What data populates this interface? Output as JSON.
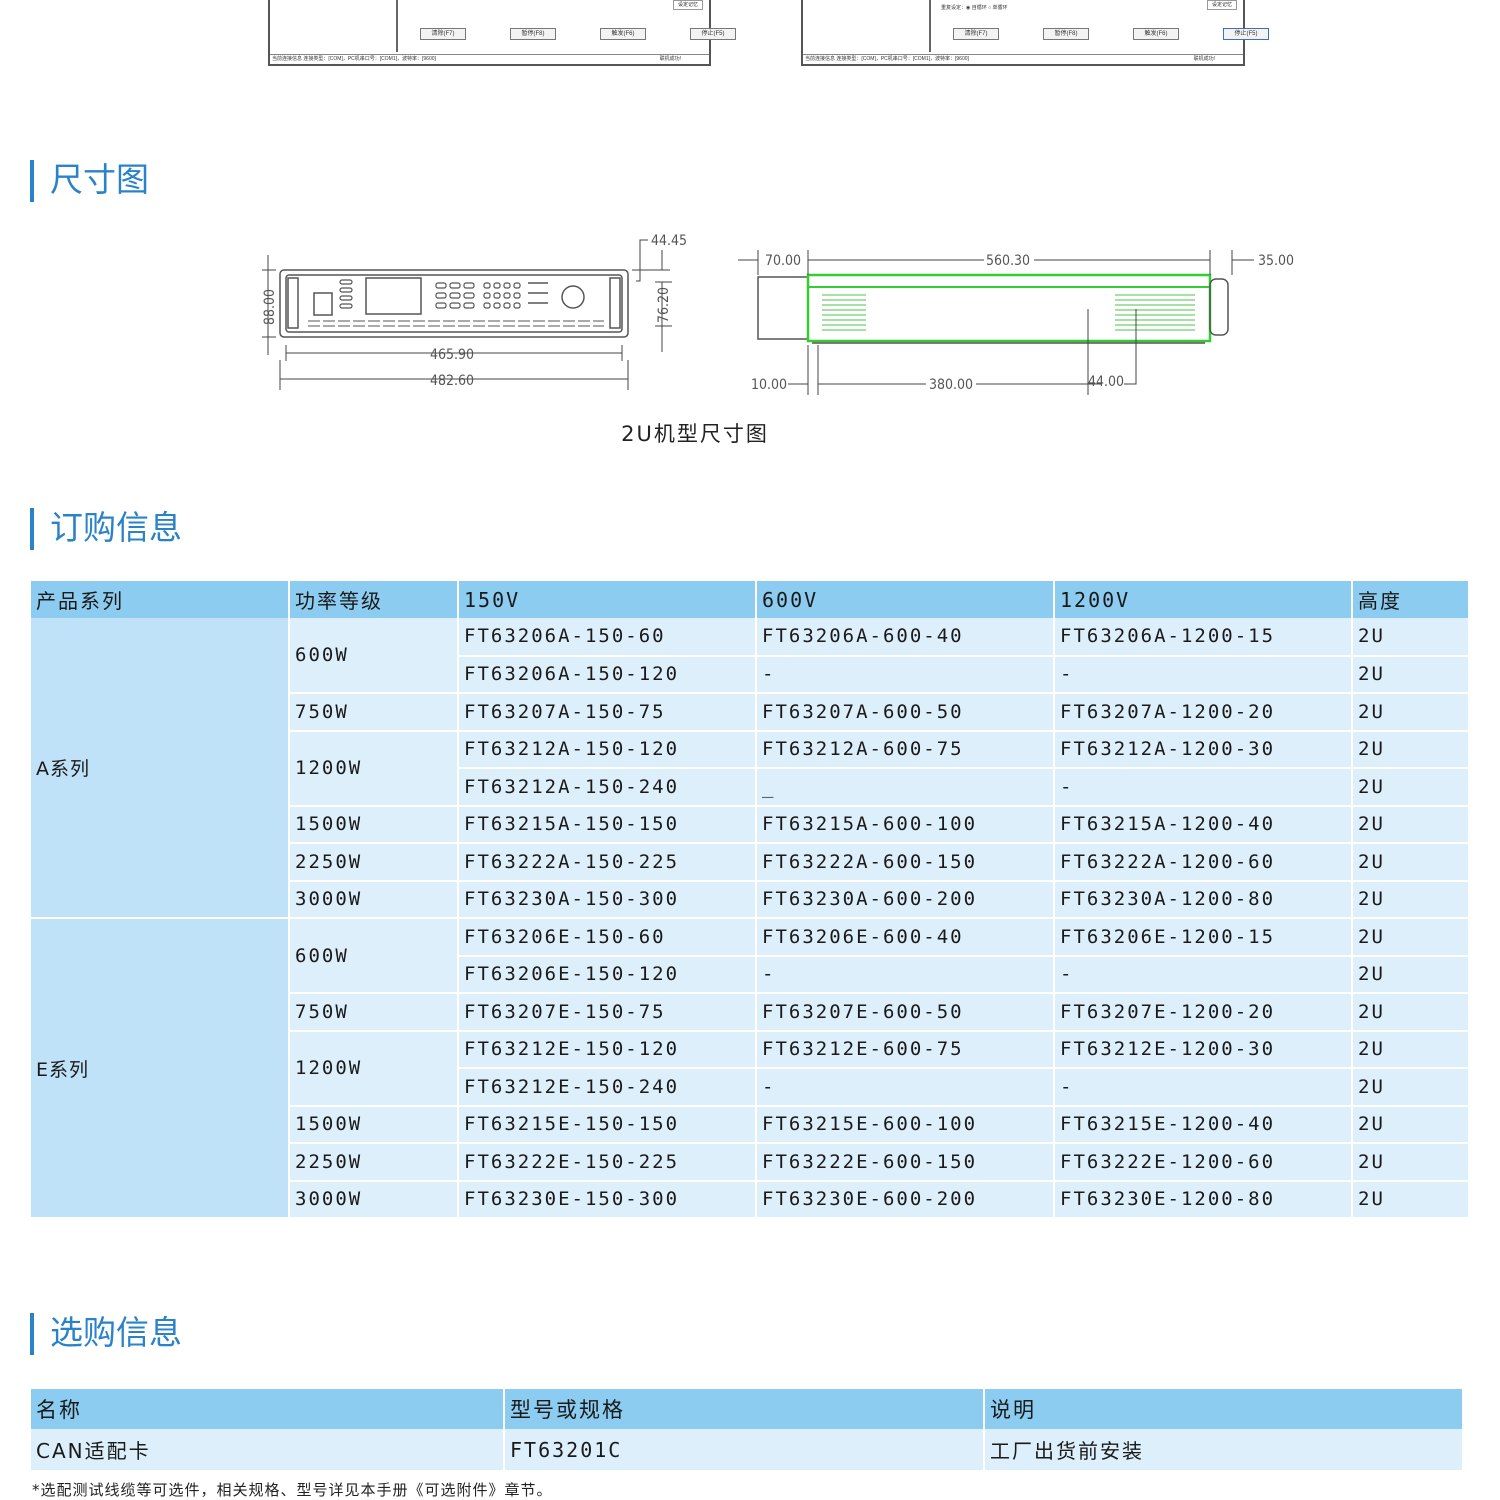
{
  "screenshots": [
    {
      "buttons": [
        "清除(F7)",
        "暂停(F8)",
        "触发(F6)",
        "停止(F5)"
      ],
      "status": "当前连接信息 连接类型：[COM]，PC机串口号：[COM1]，波特率：[9600]",
      "status_right": "联机成功!",
      "corner": "设定记忆"
    },
    {
      "buttons": [
        "清除(F7)",
        "暂停(F8)",
        "触发(F6)",
        "停止(F5)"
      ],
      "status": "当前连接信息 连接类型：[COM]，PC机串口号：[COM1]，波特率：[9600]",
      "status_right": "联机成功!",
      "corner": "设定记忆",
      "radios": "重复设定：◉ 自循环  ○ 单循环"
    }
  ],
  "sections": {
    "dimensions": "尺寸图",
    "ordering": "订购信息",
    "options": "选购信息"
  },
  "drawing": {
    "front": {
      "height": "88.00",
      "width_inner": "465.90",
      "width_outer": "482.60",
      "top_offset": "44.45",
      "mount_height": "76.20"
    },
    "side": {
      "front_depth": "70.00",
      "body_depth": "560.30",
      "rear_depth": "35.00",
      "foot_offset": "10.00",
      "foot_span": "380.00",
      "rear_foot": "44.00"
    },
    "caption": "2U机型尺寸图"
  },
  "ordering_table": {
    "headers": [
      "产品系列",
      "功率等级",
      "150V",
      "600V",
      "1200V",
      "高度"
    ],
    "series": [
      {
        "name": "A系列",
        "groups": [
          {
            "power": "600W",
            "rows": [
              [
                "FT63206A-150-60",
                "FT63206A-600-40",
                "FT63206A-1200-15",
                "2U"
              ],
              [
                "FT63206A-150-120",
                "-",
                "-",
                "2U"
              ]
            ]
          },
          {
            "power": "750W",
            "rows": [
              [
                "FT63207A-150-75",
                "FT63207A-600-50",
                "FT63207A-1200-20",
                "2U"
              ]
            ]
          },
          {
            "power": "1200W",
            "rows": [
              [
                "FT63212A-150-120",
                "FT63212A-600-75",
                "FT63212A-1200-30",
                "2U"
              ],
              [
                "FT63212A-150-240",
                "_",
                "-",
                "2U"
              ]
            ]
          },
          {
            "power": "1500W",
            "rows": [
              [
                "FT63215A-150-150",
                "FT63215A-600-100",
                "FT63215A-1200-40",
                "2U"
              ]
            ]
          },
          {
            "power": "2250W",
            "rows": [
              [
                "FT63222A-150-225",
                "FT63222A-600-150",
                "FT63222A-1200-60",
                "2U"
              ]
            ]
          },
          {
            "power": "3000W",
            "rows": [
              [
                "FT63230A-150-300",
                "FT63230A-600-200",
                "FT63230A-1200-80",
                "2U"
              ]
            ]
          }
        ]
      },
      {
        "name": "E系列",
        "groups": [
          {
            "power": "600W",
            "rows": [
              [
                "FT63206E-150-60",
                "FT63206E-600-40",
                "FT63206E-1200-15",
                "2U"
              ],
              [
                "FT63206E-150-120",
                "-",
                "-",
                "2U"
              ]
            ]
          },
          {
            "power": "750W",
            "rows": [
              [
                "FT63207E-150-75",
                "FT63207E-600-50",
                "FT63207E-1200-20",
                "2U"
              ]
            ]
          },
          {
            "power": "1200W",
            "rows": [
              [
                "FT63212E-150-120",
                "FT63212E-600-75",
                "FT63212E-1200-30",
                "2U"
              ],
              [
                "FT63212E-150-240",
                "-",
                "-",
                "2U"
              ]
            ]
          },
          {
            "power": "1500W",
            "rows": [
              [
                "FT63215E-150-150",
                "FT63215E-600-100",
                "FT63215E-1200-40",
                "2U"
              ]
            ]
          },
          {
            "power": "2250W",
            "rows": [
              [
                "FT63222E-150-225",
                "FT63222E-600-150",
                "FT63222E-1200-60",
                "2U"
              ]
            ]
          },
          {
            "power": "3000W",
            "rows": [
              [
                "FT63230E-150-300",
                "FT63230E-600-200",
                "FT63230E-1200-80",
                "2U"
              ]
            ]
          }
        ]
      }
    ]
  },
  "options_table": {
    "headers": [
      "名称",
      "型号或规格",
      "说明"
    ],
    "rows": [
      [
        "CAN适配卡",
        "FT63201C",
        "工厂出货前安装"
      ]
    ]
  },
  "note": "*选配测试线缆等可选件，相关规格、型号详见本手册《可选附件》章节。",
  "colors": {
    "accent": "#2a82c9",
    "header_bg": "#8cccf1",
    "row_bg": "#deeffc",
    "series_bg": "#bfe2f8",
    "side_outline": "#33cc33"
  }
}
